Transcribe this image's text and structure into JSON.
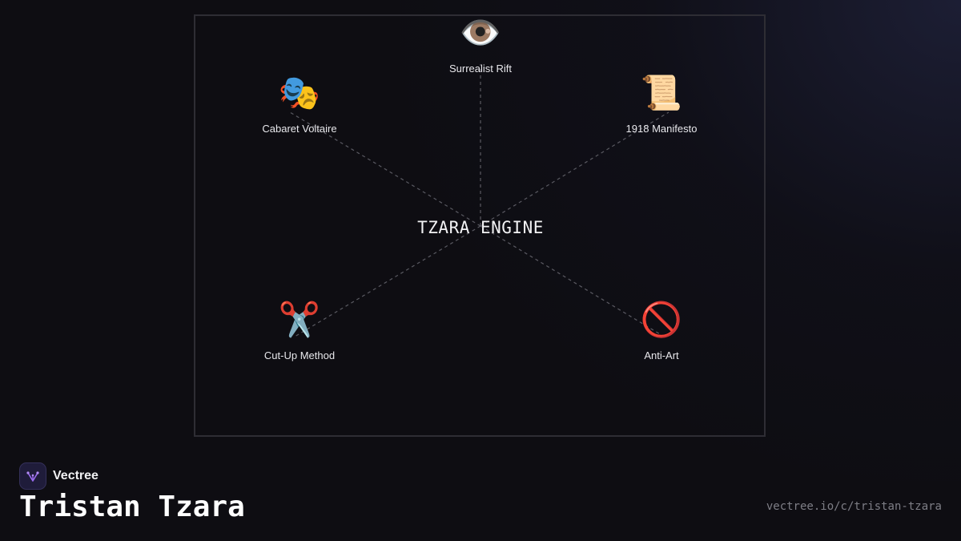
{
  "diagram": {
    "center": "TZARA ENGINE",
    "nodes": [
      {
        "id": "surrealist-rift",
        "icon": "eye-icon",
        "glyph": "👁️",
        "label": "Surrealist Rift"
      },
      {
        "id": "cabaret-voltaire",
        "icon": "theater-masks-icon",
        "glyph": "🎭",
        "label": "Cabaret Voltaire"
      },
      {
        "id": "1918-manifesto",
        "icon": "scroll-icon",
        "glyph": "📜",
        "label": "1918 Manifesto"
      },
      {
        "id": "cut-up-method",
        "icon": "scissors-icon",
        "glyph": "✂️",
        "label": "Cut-Up Method"
      },
      {
        "id": "anti-art",
        "icon": "prohibited-icon",
        "glyph": "🚫",
        "label": "Anti-Art"
      }
    ]
  },
  "footer": {
    "brand_name": "Vectree",
    "brand_icon": "vectree-logo-icon",
    "title": "Tristan Tzara",
    "url": "vectree.io/c/tristan-tzara"
  },
  "colors": {
    "background": "#0e0d12",
    "frame": "#2e2d34",
    "edge": "#5a5a62",
    "brand_logo_bg": "#1f1c3a",
    "brand_accent": "#9b6cf0"
  }
}
